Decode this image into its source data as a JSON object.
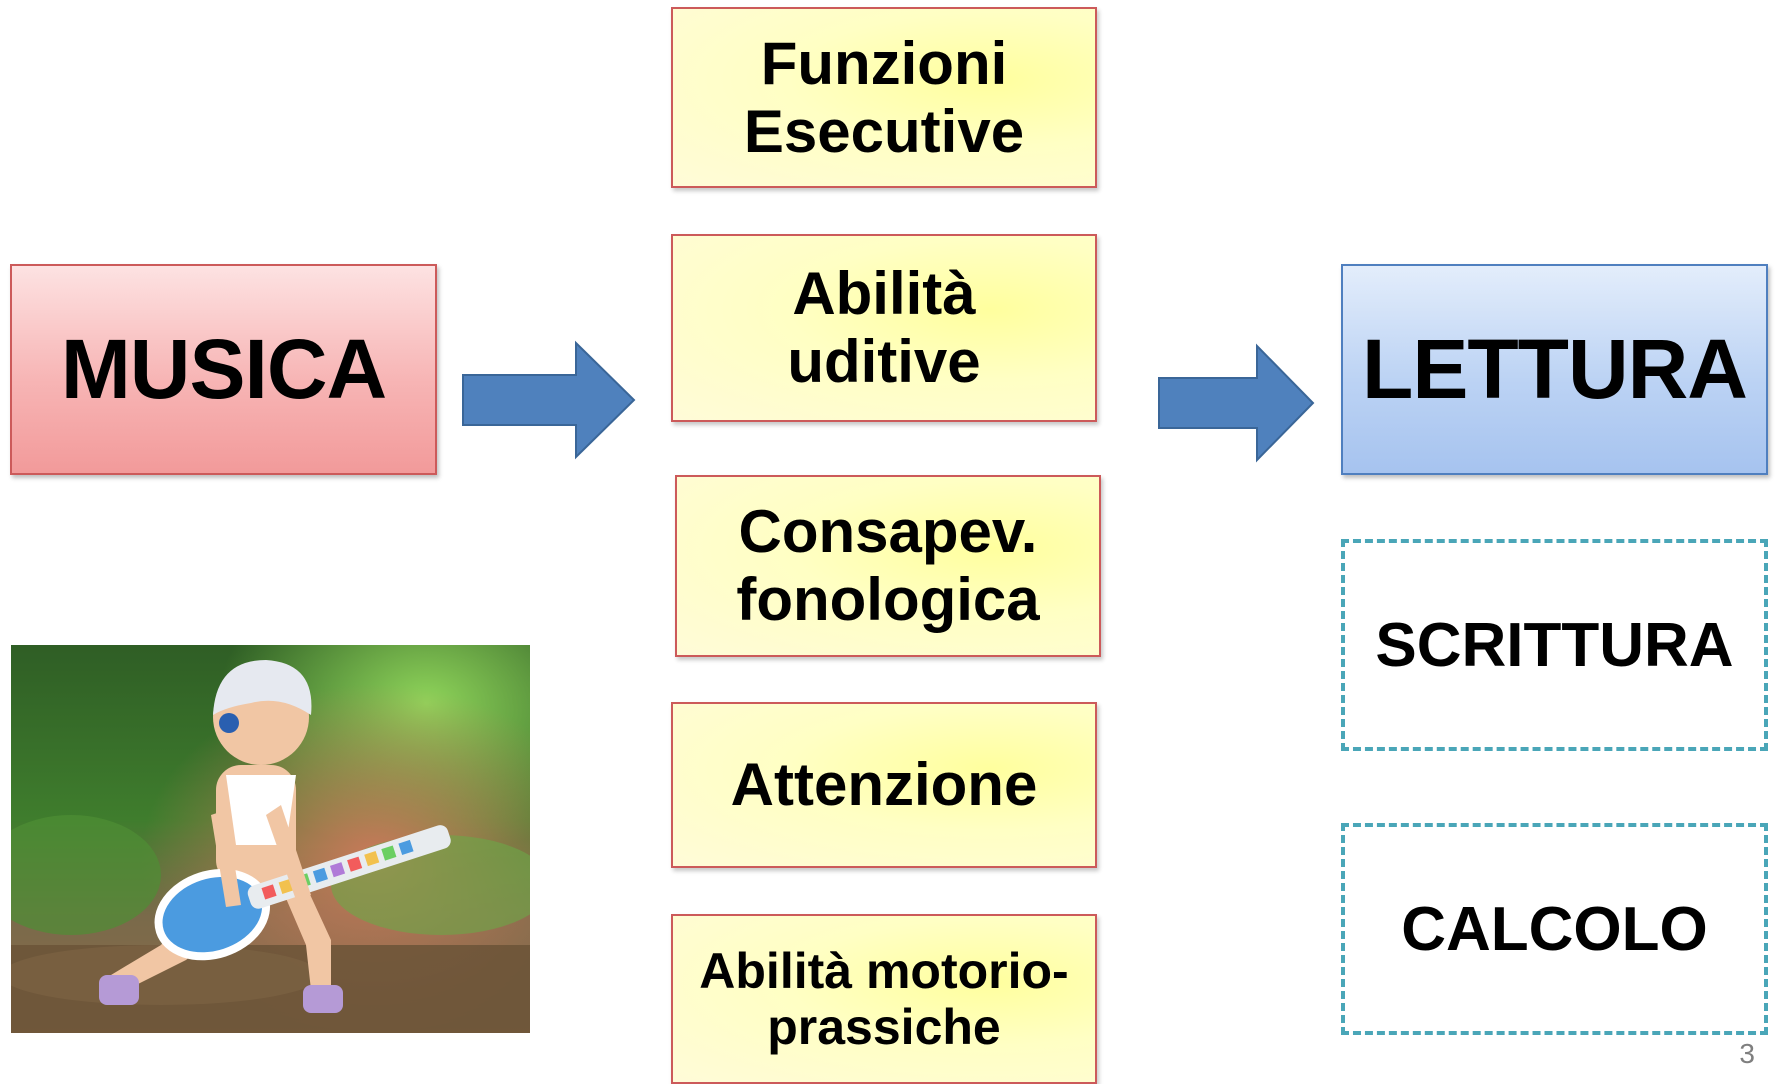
{
  "source": {
    "label": "MUSICA",
    "gradient": [
      "#fde2e2",
      "#f29a9a"
    ],
    "border": "#cc5a5a"
  },
  "mediators": [
    {
      "line1": "Funzioni",
      "line2": "Esecutive"
    },
    {
      "line1": "Abilità",
      "line2": "uditive"
    },
    {
      "line1": "Consapev.",
      "line2": "fonologica"
    },
    {
      "line1": "Attenzione",
      "line2": ""
    },
    {
      "line1": "Abilità motorio-",
      "line2": "prassiche"
    }
  ],
  "mediator_colors": {
    "fill": "#ffffc4",
    "border": "#cc5a5a"
  },
  "targets": {
    "primary": "LETTURA",
    "secondary": [
      "SCRITTURA",
      "CALCOLO"
    ],
    "primary_color": "#bcd3f4",
    "dashed_border_color": "#4aa6b8"
  },
  "arrow_color": "#4f81bd",
  "photo": {
    "subject": "child playing a toy guitar outdoors",
    "icon": "photo-child-guitar"
  },
  "page_number": "3"
}
